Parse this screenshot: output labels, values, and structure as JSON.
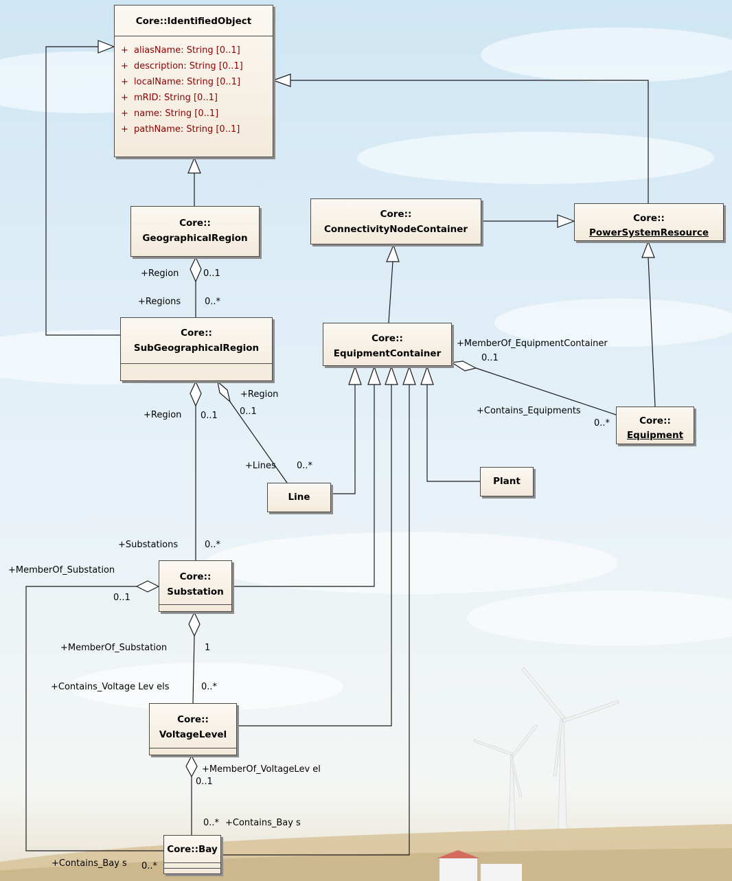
{
  "classes": {
    "identified_object": {
      "name": "Core::IdentifiedObject",
      "attributes": [
        {
          "vis": "+",
          "text": "aliasName: String [0..1]"
        },
        {
          "vis": "+",
          "text": "description: String [0..1]"
        },
        {
          "vis": "+",
          "text": "localName: String [0..1]"
        },
        {
          "vis": "+",
          "text": "mRID: String [0..1]"
        },
        {
          "vis": "+",
          "text": "name: String [0..1]"
        },
        {
          "vis": "+",
          "text": "pathName: String [0..1]"
        }
      ]
    },
    "geographical_region": {
      "line1": "Core::",
      "line2": "GeographicalRegion"
    },
    "connectivity_node_container": {
      "line1": "Core::",
      "line2": "ConnectivityNodeContainer"
    },
    "power_system_resource": {
      "line1": "Core::",
      "line2": "PowerSystemResource"
    },
    "sub_geographical_region": {
      "line1": "Core::",
      "line2": "SubGeographicalRegion"
    },
    "equipment_container": {
      "line1": "Core::",
      "line2": "EquipmentContainer"
    },
    "equipment": {
      "line1": "Core::",
      "line2": "Equipment"
    },
    "line": {
      "name": "Line"
    },
    "plant": {
      "name": "Plant"
    },
    "substation": {
      "line1": "Core::",
      "line2": "Substation"
    },
    "voltage_level": {
      "line1": "Core::",
      "line2": "VoltageLevel"
    },
    "bay": {
      "name": "Core::Bay"
    }
  },
  "labels": {
    "geo_region_role": "+Region",
    "geo_region_mult": "0..1",
    "geo_regions_role": "+Regions",
    "geo_regions_mult": "0..*",
    "sub_region_role_line": "+Region",
    "sub_region_mult_line": "0..1",
    "sub_region_role_sub": "+Region",
    "sub_region_mult_sub": "0..1",
    "lines_role": "+Lines",
    "lines_mult": "0..*",
    "member_of_eq_container": "+MemberOf_EquipmentContainer",
    "member_of_eq_container_mult": "0..1",
    "contains_equipments": "+Contains_Equipments",
    "contains_equipments_mult": "0..*",
    "substations_role": "+Substations",
    "substations_mult": "0..*",
    "member_of_substation_bay": "+MemberOf_Substation",
    "member_of_substation_bay_mult": "0..1",
    "member_of_substation_vl": "+MemberOf_Substation",
    "member_of_substation_vl_mult": "1",
    "contains_voltage_levels": "+Contains_Voltage Lev els",
    "contains_voltage_levels_mult": "0..*",
    "member_of_voltage_level": "+MemberOf_VoltageLev el",
    "member_of_voltage_level_mult": "0..1",
    "contains_bays_vl_mult": "0..*",
    "contains_bays_vl": "+Contains_Bay s",
    "contains_bays_sub": "+Contains_Bay s",
    "contains_bays_sub_mult": "0..*"
  }
}
